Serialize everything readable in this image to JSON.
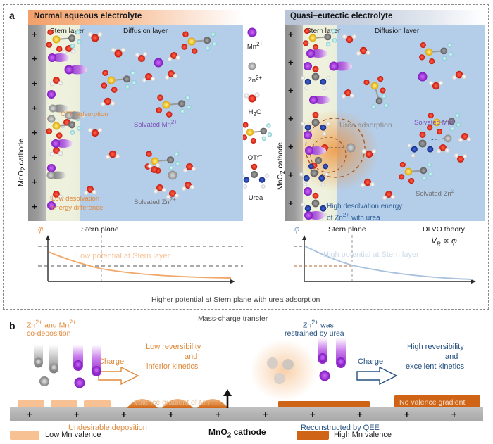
{
  "figure": {
    "panel_a_letter": "a",
    "panel_b_letter": "b"
  },
  "panel_a": {
    "left_scheme": {
      "title": "Normal aqueous electrolyte",
      "electrode_label": "MnO2 cathode",
      "stern_label": "Stern layer",
      "diffusion_label": "Diffusion layer",
      "annotation_adsorption": "OTf  adsorption",
      "annotation_solvated_mn": "Solvated Mn2+",
      "annotation_solvated_zn": "Solvated Zn2+",
      "annotation_desolvation_1": "Low desolvation",
      "annotation_desolvation_2": "energy difference",
      "charge_symbol": "+"
    },
    "right_scheme": {
      "title": "Quasi−eutectic  electrolyte",
      "electrode_label": "MnO2 cathode",
      "stern_label": "Stern layer",
      "diffusion_label": "Diffusion layer",
      "annotation_adsorption": "Urea adsorption",
      "annotation_solvated_mn": "Solvated Mn2+",
      "annotation_solvated_zn": "Solvated Zn2+",
      "annotation_desolvation_1": "High desolvation energy",
      "annotation_desolvation_2": "of Zn2+ with urea",
      "charge_symbol": "+"
    },
    "legend": {
      "items": [
        {
          "icon": "mn-ion-icon",
          "label": "Mn2+"
        },
        {
          "icon": "zn-ion-icon",
          "label": "Zn2+"
        },
        {
          "icon": "water-molecule-icon",
          "label": "H2O"
        },
        {
          "icon": "triflate-molecule-icon",
          "label": "OTf-"
        },
        {
          "icon": "urea-molecule-icon",
          "label": "Urea"
        }
      ]
    },
    "plot_left": {
      "y_axis_symbol": "φ",
      "stern_plane_label": "Stern plane",
      "curve_label": "Low potential at Stern layer",
      "curve_color": "#f0a86a"
    },
    "plot_right": {
      "y_axis_symbol": "φ",
      "stern_plane_label": "Stern plane",
      "curve_label": "High potential at Stern layer",
      "curve_color": "#a9c2dd",
      "theory_title": "DLVO theory",
      "theory_formula_v": "V",
      "theory_formula_sub": "R",
      "theory_formula_rel": "∝",
      "theory_formula_phi": "φ"
    },
    "bottom_caption": "Higher potential at Stern plane with urea adsorption"
  },
  "panel_b": {
    "center_caption": "Mass-charge transfer",
    "left": {
      "title_line1": "Zn2+ and Mn2+",
      "title_line2": "co-deposition",
      "charge_label": "Charge",
      "result_line1": "Low reversibility",
      "result_line2": "and",
      "result_line3": "inferior kinetics",
      "deposit_label": "Valence gradient of Mn",
      "substrate_caption": "Undesirable deposition",
      "cathode_charge": "+"
    },
    "right": {
      "title_line1": "Zn2+ was",
      "title_line2": "restrained by urea",
      "charge_label": "Charge",
      "result_line1": "High reversibility",
      "result_line2": "and",
      "result_line3": "excellent kinetics",
      "deposit_label": "No valence gradient",
      "substrate_caption": "Reconstructed by QEE",
      "cathode_charge": "+"
    },
    "legend": {
      "low_label": "Low Mn valence",
      "high_label": "High Mn valence"
    },
    "footer_label": "MnO2 cathode"
  },
  "colors": {
    "orange_accent": "#e08a3c",
    "deep_orange": "#cf6416",
    "light_orange": "#f8c193",
    "purple_ion": "#9a3fd0",
    "grey_ion": "#9a9a9a",
    "blue_diffusion": "#b4cde8",
    "stern_green": "#eef2dc",
    "navy_text": "#24507f"
  }
}
